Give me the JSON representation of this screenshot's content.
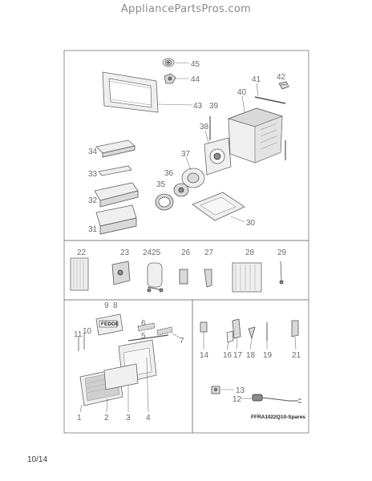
{
  "header": {
    "site_title": "AppliancePartsPros.com"
  },
  "footer": {
    "date": "10/14"
  },
  "diagram": {
    "model_code": "FFRA1022Q10-Spares",
    "parts": {
      "p1": "1",
      "p2": "2",
      "p3": "3",
      "p4": "4",
      "p5": "5",
      "p6": "6",
      "p7": "7",
      "p8": "8",
      "p9": "9",
      "p10": "10",
      "p11": "11",
      "p12": "12",
      "p13": "13",
      "p14": "14",
      "p16": "16",
      "p17": "17",
      "p18": "18",
      "p19": "19",
      "p21": "21",
      "p22": "22",
      "p23": "23",
      "p2425": "2425",
      "p26": "26",
      "p27": "27",
      "p28": "28",
      "p29": "29",
      "p30": "30",
      "p31": "31",
      "p32": "32",
      "p33": "33",
      "p34": "34",
      "p35": "35",
      "p36": "36",
      "p37": "37",
      "p38": "38",
      "p39": "39",
      "p40": "40",
      "p41": "41",
      "p42": "42",
      "p43": "43",
      "p44": "44",
      "p45": "45"
    }
  }
}
